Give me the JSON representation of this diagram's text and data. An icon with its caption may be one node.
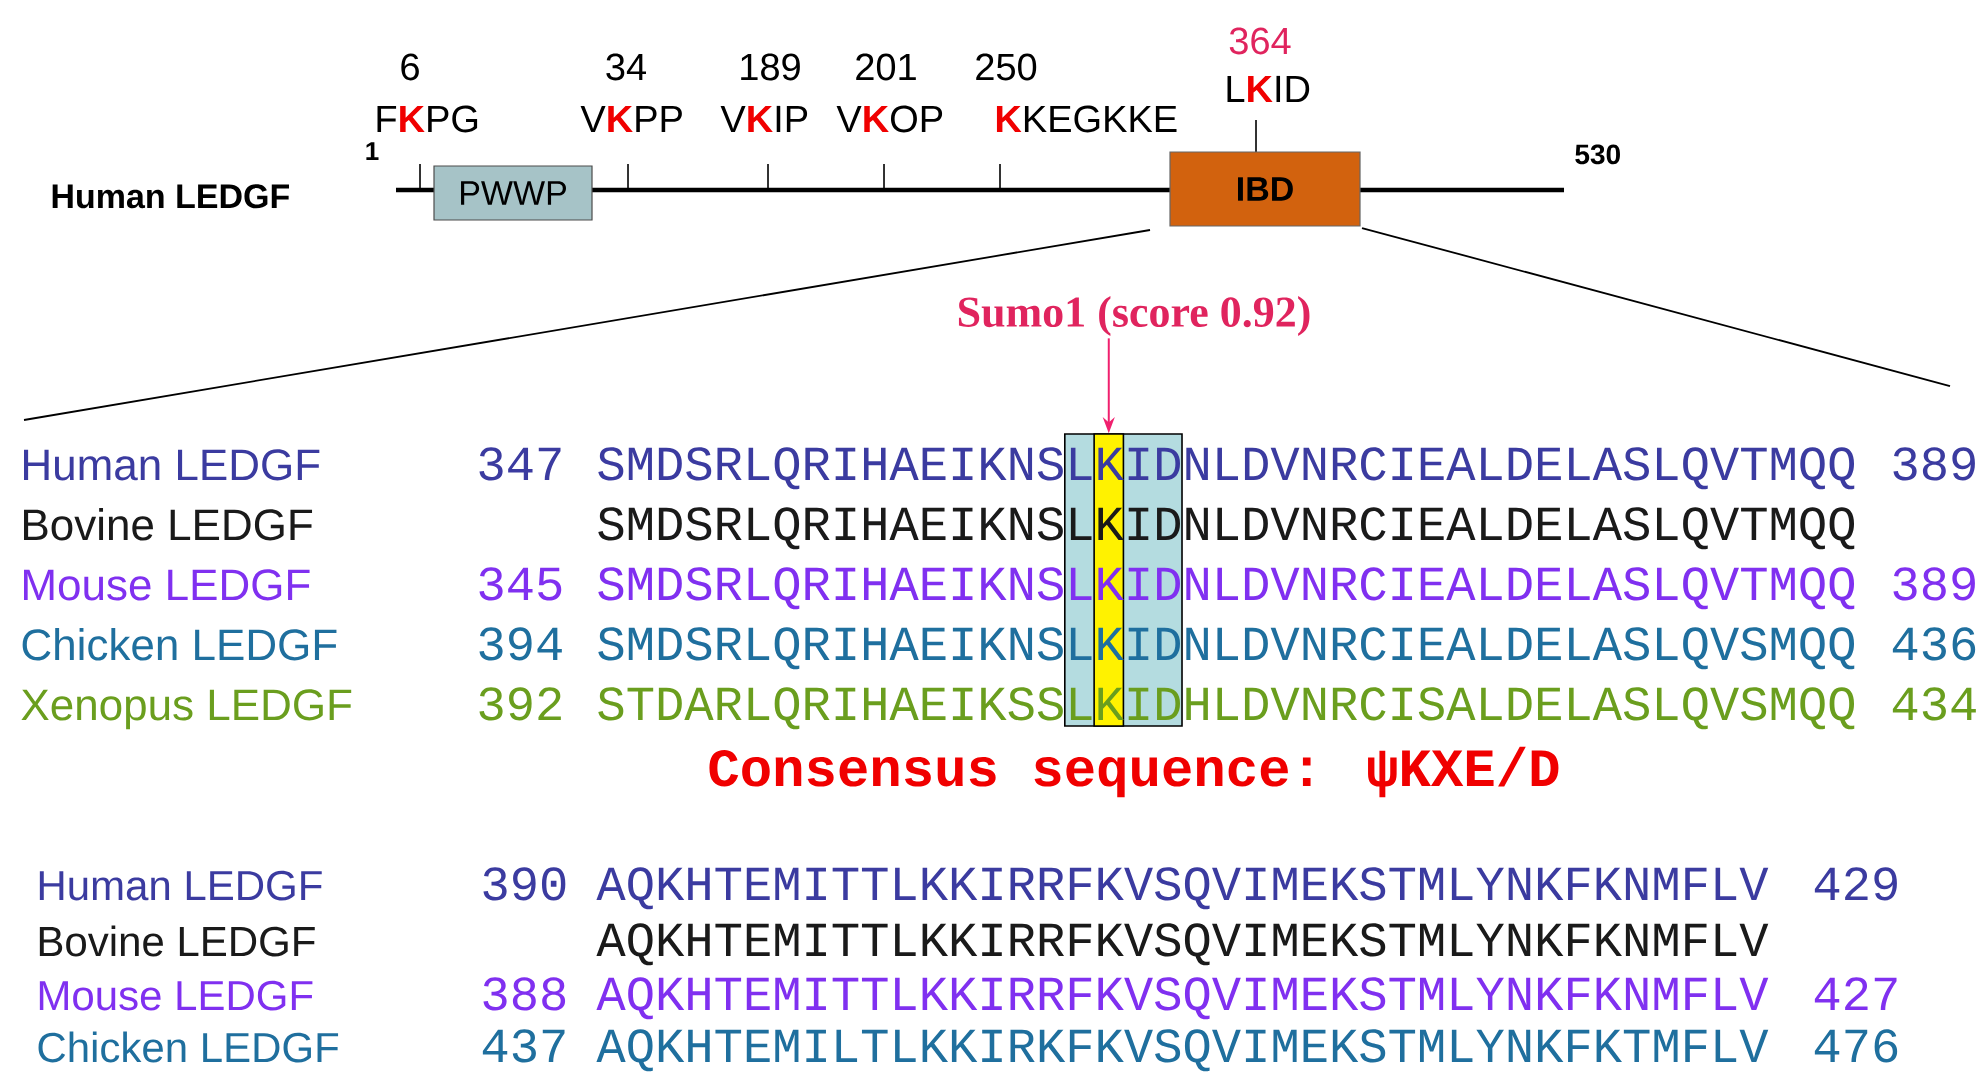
{
  "diagram": {
    "nodes": [
      {
        "text": [
          "PWWP"
        ]
      },
      {
        "text": [
          "IBD"
        ]
      },
      {
        "text": [
          "Sumo1 (score 0.92)"
        ]
      },
      {
        "text": [],
        "shape": "box"
      }
    ],
    "edges": [
      {
        "from": 2,
        "to": 3,
        "arrow": "to",
        "color": "#f0206e"
      }
    ],
    "labels": [
      "6",
      "34",
      "189",
      "201",
      "250",
      "364",
      "F**K**PG",
      "V**K**PP",
      "V**K**IP",
      "V**K**OP",
      "**K**KEGKKE",
      "L**K**ID",
      "1",
      "530",
      "Human LEDGF",
      "Human LEDGF",
      "347",
      "SMDSRLQRIHAEIKNSLKIDNLDVNRCIEALDELASLQVTMQQ",
      "389",
      "Bovine LEDGF",
      "SMDSRLQRIHAEIKNSLKIDNLDVNRCIEALDELASLQVTMQQ",
      "Mouse LEDGF",
      "345",
      "SMDSRLQRIHAEIKNSLKIDNLDVNRCIEALDELASLQVTMQQ",
      "389",
      "Chicken LEDGF",
      "394",
      "SMDSRLQRIHAEIKNSLKIDNLDVNRCIEALDELASLQVSMQQ",
      "436",
      "Xenopus LEDGF",
      "392",
      "STDARLQRIHAEIKSSLKIDHLDVNRCISALDELASLQVSMQQ",
      "434",
      "Consensus sequence: ψKXE/D",
      "Human LEDGF",
      "390",
      "AQKHTEMITTLKKIRRFKVSQVIMEKSTMLYNKFKNMFLV",
      "429",
      "Bovine LEDGF",
      "AQKHTEMITTLKKIRRFKVSQVIMEKSTMLYNKFKNMFLV",
      "Mouse LEDGF",
      "388",
      "AQKHTEMITTLKKIRRFKVSQVIMEKSTMLYNKFKNMFLV",
      "427",
      "Chicken LEDGF",
      "437",
      "AQKHTEMILTLKKIRKFKVSQVIMEKSTMLYNKFKTMFLV",
      "476"
    ]
  }
}
